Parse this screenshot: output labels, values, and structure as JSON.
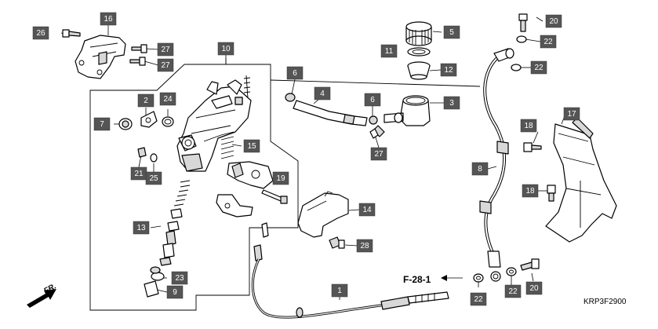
{
  "diagram": {
    "reference_label": "F-28-1",
    "front_label": "FR.",
    "code": "KRP3F2900",
    "callouts": [
      "26",
      "16",
      "27",
      "27",
      "10",
      "24",
      "2",
      "7",
      "21",
      "25",
      "15",
      "6",
      "4",
      "6",
      "3",
      "27",
      "19",
      "13",
      "23",
      "9",
      "14",
      "28",
      "1",
      "11",
      "5",
      "12",
      "20",
      "22",
      "22",
      "8",
      "17",
      "18",
      "18",
      "22",
      "22",
      "20"
    ]
  }
}
